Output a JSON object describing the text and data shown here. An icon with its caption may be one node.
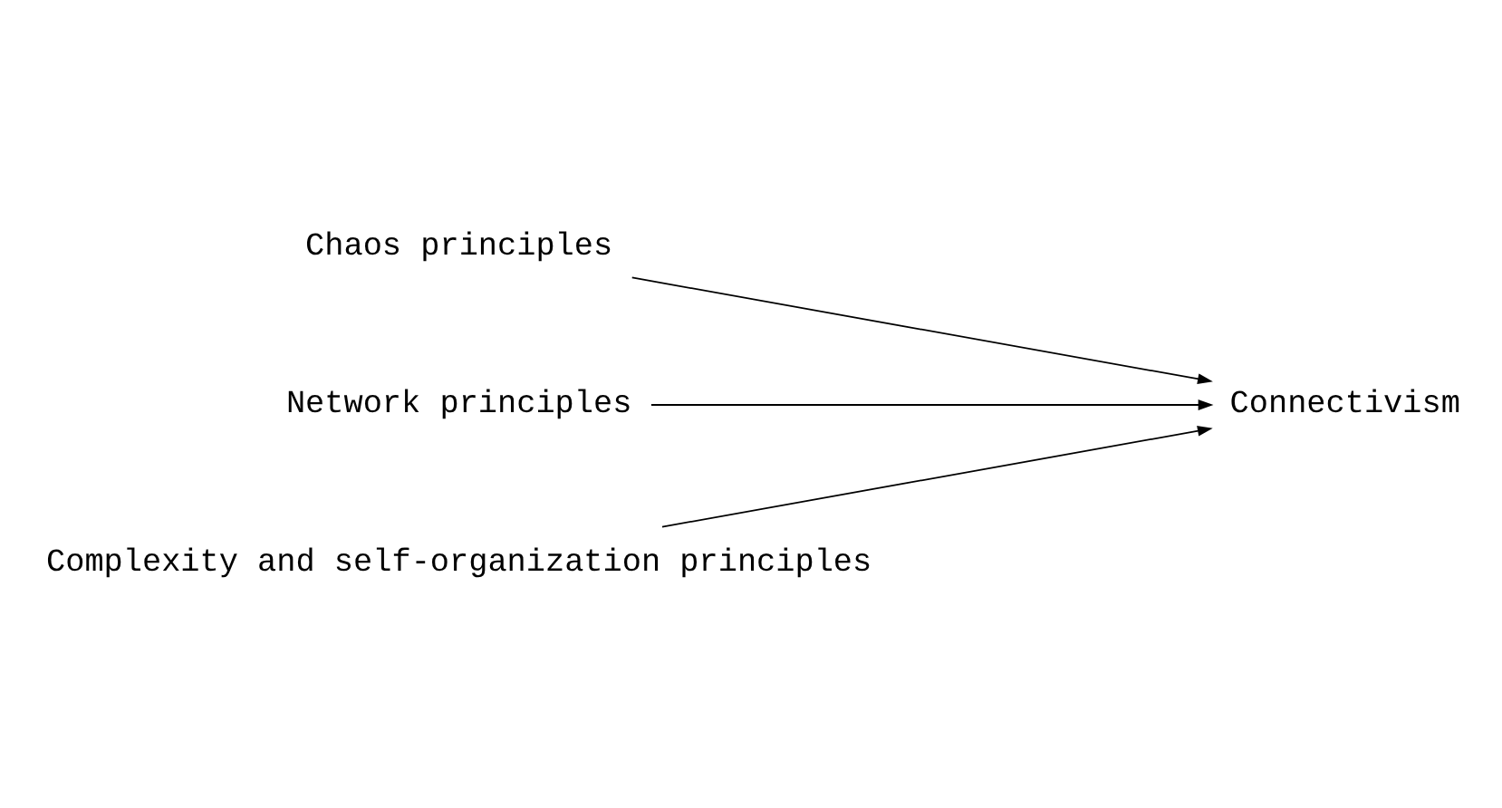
{
  "diagram": {
    "nodes": [
      {
        "text": [
          "Chaos principles"
        ]
      },
      {
        "text": [
          "Network principles"
        ]
      },
      {
        "text": [
          "Complexity and self-organization principles"
        ]
      },
      {
        "text": [
          "Connectivism"
        ]
      }
    ],
    "edges": [
      {
        "from": 0,
        "to": 3,
        "arrow": "to"
      },
      {
        "from": 1,
        "to": 3,
        "arrow": "to"
      },
      {
        "from": 2,
        "to": 3,
        "arrow": "to"
      }
    ]
  }
}
